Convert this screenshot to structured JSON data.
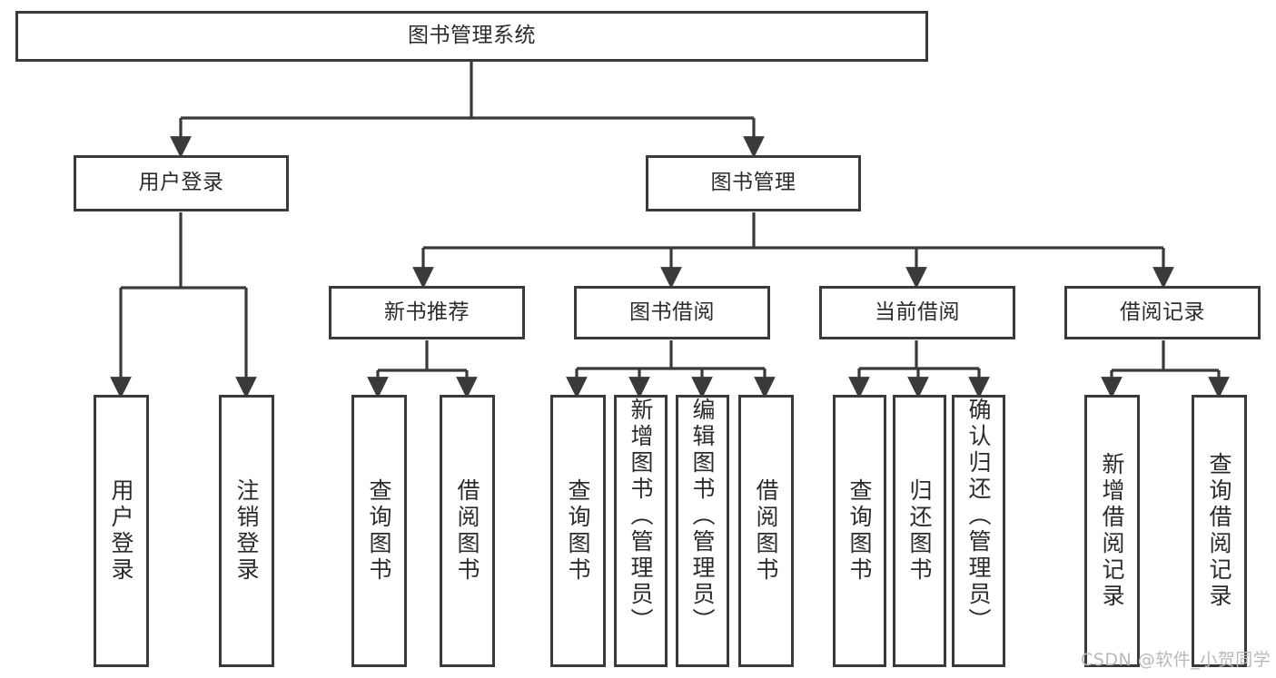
{
  "diagram": {
    "title": "图书管理系统",
    "type": "tree",
    "root": {
      "label": "图书管理系统",
      "children": [
        {
          "label": "用户登录",
          "children": [
            {
              "label": "用户登录"
            },
            {
              "label": "注销登录"
            }
          ]
        },
        {
          "label": "图书管理",
          "children": [
            {
              "label": "新书推荐",
              "children": [
                {
                  "label": "查询图书"
                },
                {
                  "label": "借阅图书"
                }
              ]
            },
            {
              "label": "图书借阅",
              "children": [
                {
                  "label": "查询图书"
                },
                {
                  "label": "新增图书（管理员）"
                },
                {
                  "label": "编辑图书（管理员）"
                },
                {
                  "label": "借阅图书"
                }
              ]
            },
            {
              "label": "当前借阅",
              "children": [
                {
                  "label": "查询图书"
                },
                {
                  "label": "归还图书"
                },
                {
                  "label": "确认归还（管理员）"
                }
              ]
            },
            {
              "label": "借阅记录",
              "children": [
                {
                  "label": "新增借阅记录"
                },
                {
                  "label": "查询借阅记录"
                }
              ]
            }
          ]
        }
      ]
    }
  },
  "nodes": {
    "root": "图书管理系统",
    "l1_user_login": "用户登录",
    "l1_book_mgmt": "图书管理",
    "l2_new_book_rec": "新书推荐",
    "l2_book_borrow": "图书借阅",
    "l2_current_borrow": "当前借阅",
    "l2_borrow_record": "借阅记录",
    "l3_user_login": "用户登录",
    "l3_logout": "注销登录",
    "l3_rec_query": "查询图书",
    "l3_rec_borrow": "借阅图书",
    "l3_borrow_query": "查询图书",
    "l3_borrow_add": "新增图书（管理员）",
    "l3_borrow_edit": "编辑图书（管理员）",
    "l3_borrow_do": "借阅图书",
    "l3_cur_query": "查询图书",
    "l3_cur_return": "归还图书",
    "l3_cur_confirm": "确认归还（管理员）",
    "l3_rec_add": "新增借阅记录",
    "l3_rec_query2": "查询借阅记录"
  },
  "watermark": "CSDN @软件_小贺同学",
  "colors": {
    "stroke": "#3a3a3a",
    "background": "#ffffff",
    "text": "#2b2b2b",
    "watermark": "#b9b9b9"
  }
}
